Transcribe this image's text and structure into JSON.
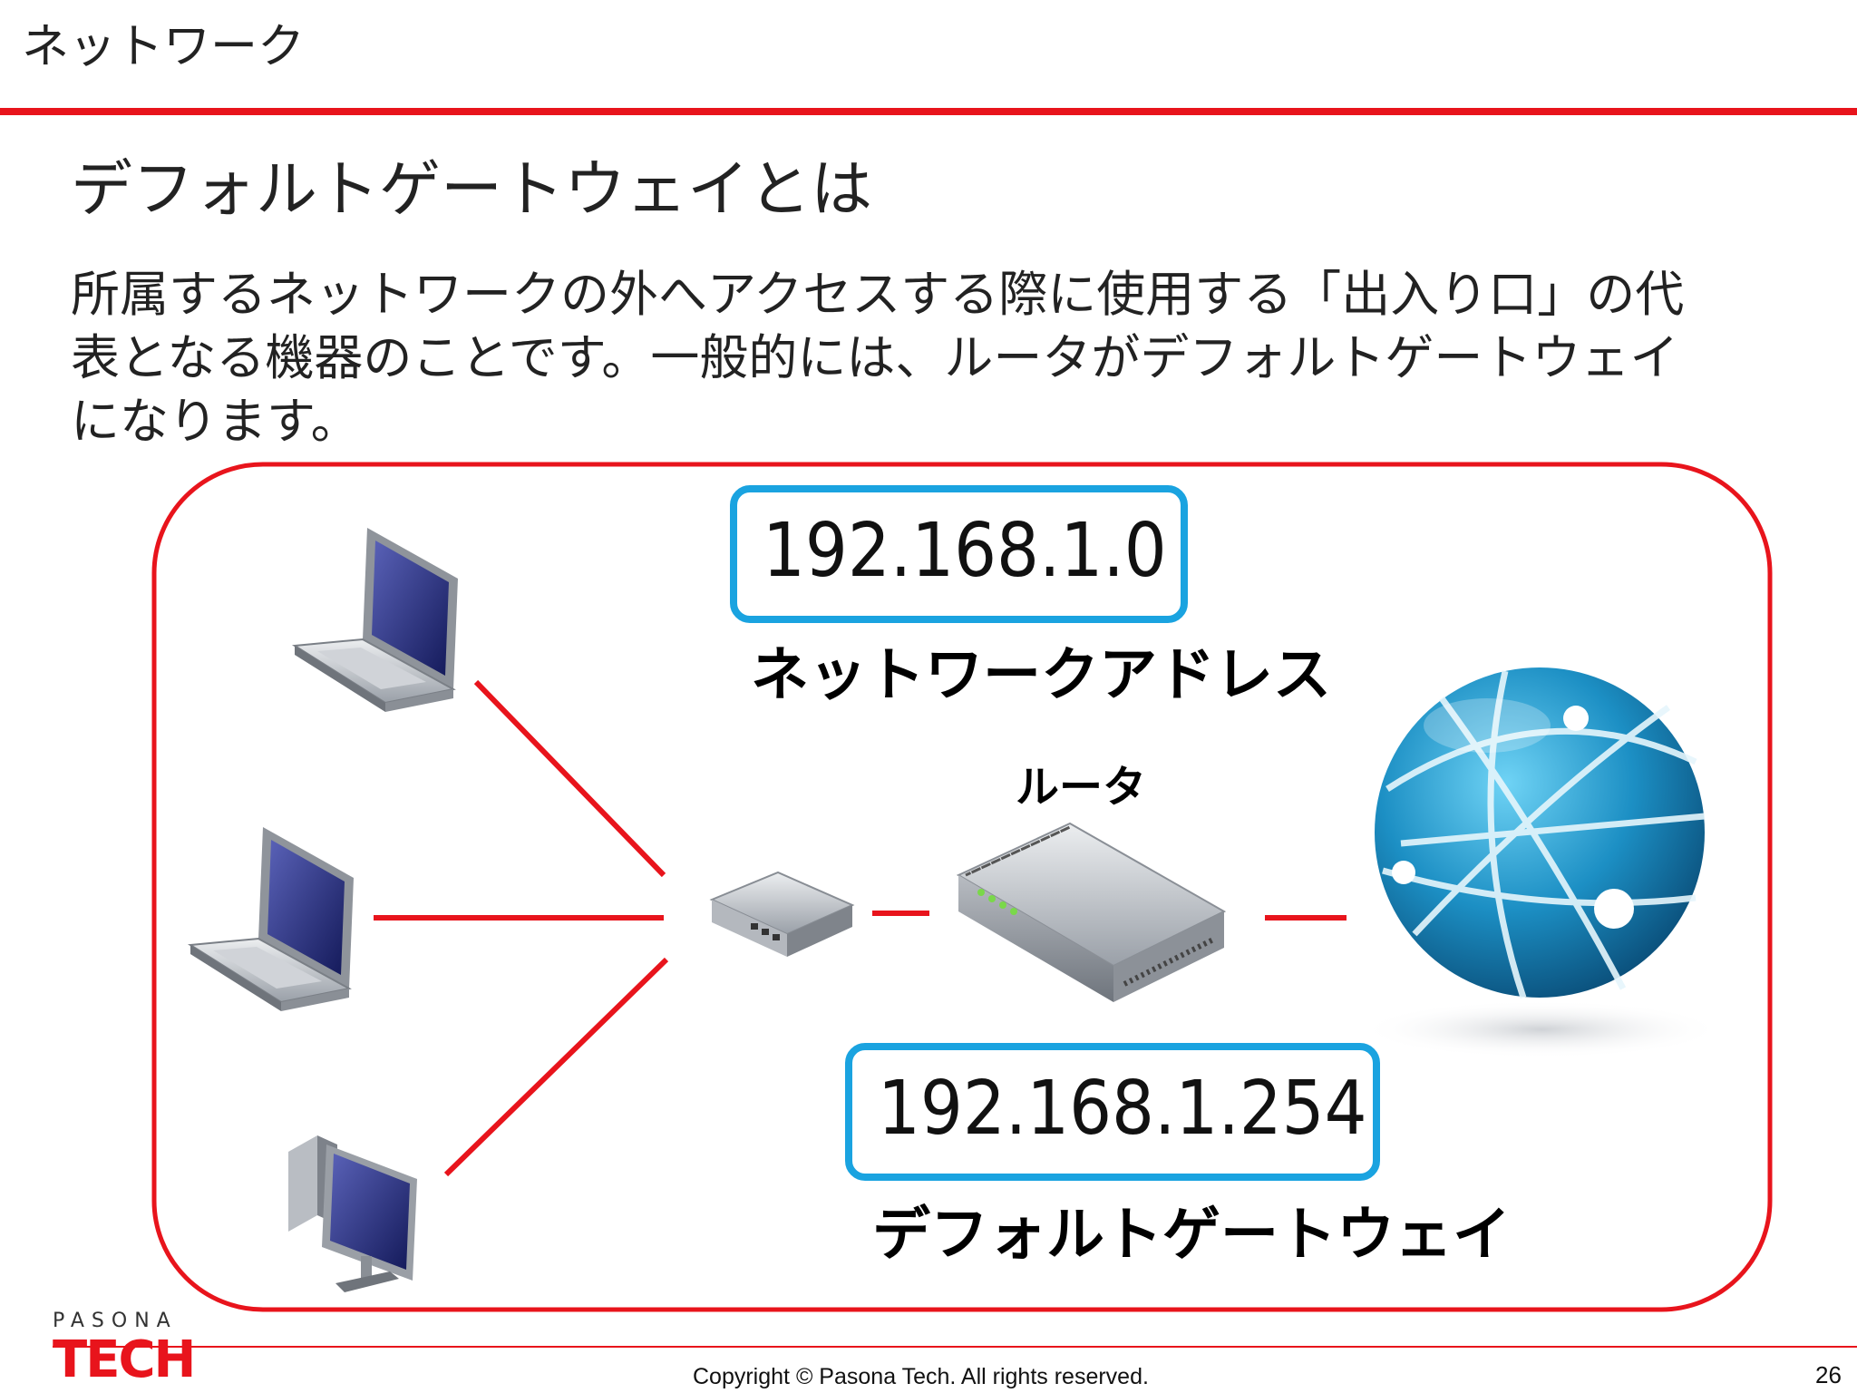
{
  "header": {
    "title": "ネットワーク"
  },
  "slide": {
    "title": "デフォルトゲートウェイとは",
    "body_lines": [
      "所属するネットワークの外へアクセスする際に使用する「出入り口」の代",
      "表となる機器のことです。一般的には、ルータがデフォルトゲートウェイ",
      "になります。"
    ]
  },
  "diagram": {
    "network_address_ip": "192.168.1.0",
    "network_address_label": "ネットワークアドレス",
    "router_label": "ルータ",
    "default_gateway_ip": "192.168.1.254",
    "default_gateway_label": "デフォルトゲートウェイ",
    "icons": [
      "laptop-icon",
      "laptop-icon",
      "desktop-pc-icon",
      "switch-hub-icon",
      "router-icon",
      "internet-globe-icon"
    ]
  },
  "footer": {
    "logo_top": "PASONA",
    "logo_bottom": "TECH",
    "copyright": "Copyright © Pasona Tech. All rights reserved.",
    "page_number": "26"
  },
  "colors": {
    "accent_red": "#e8141c",
    "ip_box_blue": "#1aa3e0"
  }
}
